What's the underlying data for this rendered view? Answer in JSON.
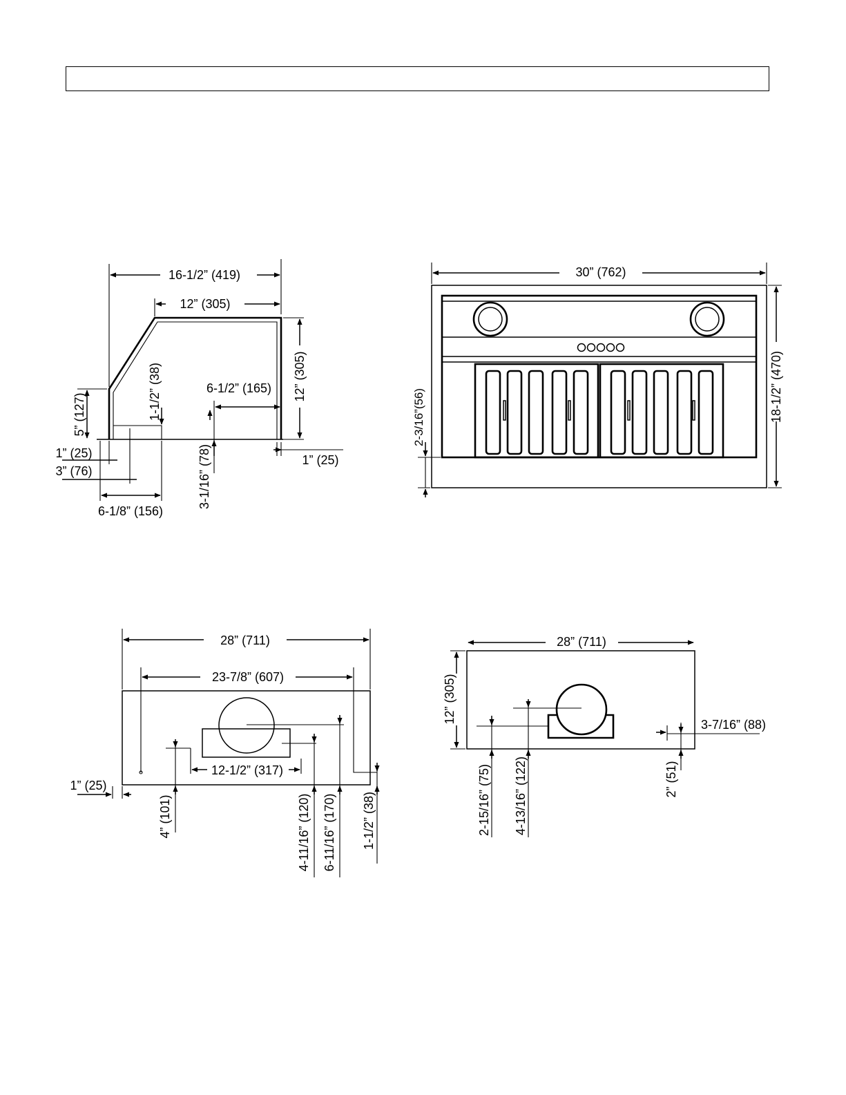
{
  "header": {
    "title": ""
  },
  "views": {
    "side": {
      "overall_depth": "16-1/2” (419)",
      "top_width": "12” (305)",
      "height": "12” (305)",
      "front_height": "5” (127)",
      "lip_height": "1-1/2” (38)",
      "duct_offset": "6-1/2” (165)",
      "duct_height": "3-1/16” (78)",
      "rear_offset": "1” (25)",
      "front_offset_1": "1” (25)",
      "front_offset_3": "3” (76)",
      "front_offset_6": "6-1/8” (156)"
    },
    "front": {
      "width": "30”  (762)",
      "height": "18-1/2” (470)",
      "bottom_height": "2-3/16”(56)"
    },
    "bottom": {
      "width": "28” (711)",
      "inner_width": "23-7/8” (607)",
      "duct_width": "12-1/2” (317)",
      "left_edge": "1” (25)",
      "dim_4": "4” (101)",
      "dim_4_11": "4-11/16” (120)",
      "dim_6_11": "6-11/16” (170)",
      "dim_1_1_2": "1-1/2” (38)"
    },
    "top": {
      "width": "28” (711)",
      "depth": "12” (305)",
      "dim_2_15": "2-15/16” (75)",
      "dim_4_13": "4-13/16” (122)",
      "dim_3_7": "3-7/16” (88)",
      "dim_2": "2” (51)"
    }
  }
}
